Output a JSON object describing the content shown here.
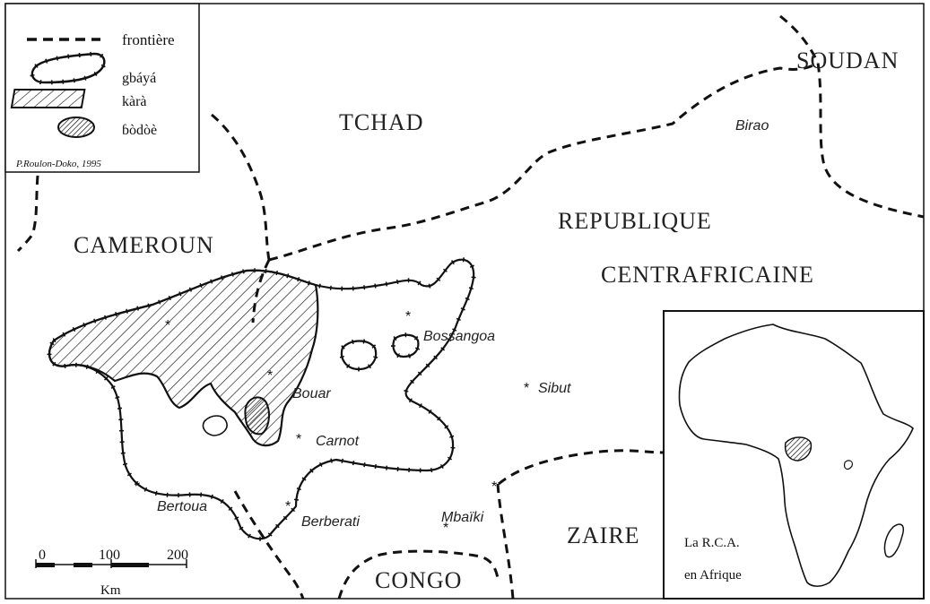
{
  "legend": {
    "items": [
      {
        "key": "frontier",
        "label": "frontière"
      },
      {
        "key": "gbaya",
        "label": "gbáyá"
      },
      {
        "key": "kara",
        "label": "kàrà"
      },
      {
        "key": "bodoe",
        "label": "ɓòdòè"
      }
    ],
    "credit": "P.Roulon-Doko, 1995"
  },
  "countries": {
    "tchad": "TCHAD",
    "soudan": "SOUDAN",
    "cameroun": "CAMEROUN",
    "rca_line1": "REPUBLIQUE",
    "rca_line2": "CENTRAFRICAINE",
    "zaire": "ZAIRE",
    "congo": "CONGO"
  },
  "cities": {
    "birao": "Birao",
    "bossangoa": "Bossangoa",
    "bouar": "Bouar",
    "carnot": "Carnot",
    "sibut": "Sibut",
    "bertoua": "Bertoua",
    "berberati": "Berberati",
    "mbaiki": "Mbaïki"
  },
  "scale": {
    "tick0": "0",
    "tick100": "100",
    "tick200": "200",
    "unit": "Km"
  },
  "inset": {
    "caption_line1": "La R.C.A.",
    "caption_line2": "en Afrique"
  }
}
